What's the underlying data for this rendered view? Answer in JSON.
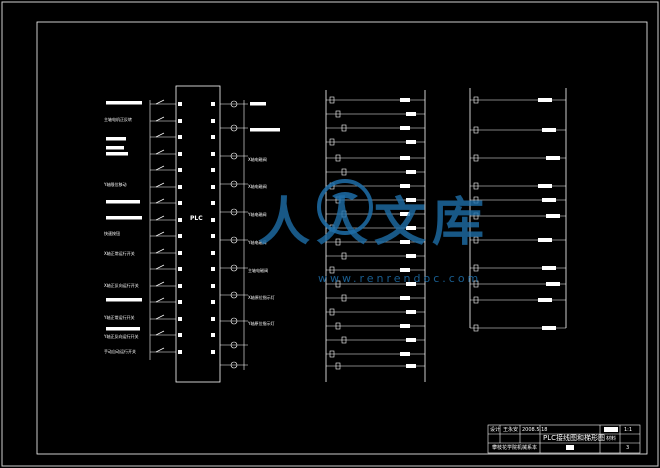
{
  "plc_label": "PLC",
  "left_labels": [
    "主轴电机正反转",
    "Y轴限位移动",
    "快速按钮",
    "X轴正常运行开关",
    "X轴正反向运行开关",
    "Y轴正常运行开关",
    "Y轴正反向运行开关",
    "手动自动运行开关"
  ],
  "outputs": [
    "X轴电磁阀",
    "X轴电磁阀",
    "Y轴电磁阀",
    "Y轴电磁阀",
    "主轴电磁阀",
    "X轴原位指示灯",
    "Y轴原位指示灯"
  ],
  "watermark": {
    "text": "人人文库",
    "url": "www.renrendoc.com",
    "color": "#1e6ea8"
  },
  "title_block": {
    "designer_label": "设计",
    "designer": "王永安",
    "date": "2008.5.18",
    "title": "PLC接线图和梯形图",
    "sheet": "1:1",
    "material_label": "材料",
    "school": "攀枝花学院机械系本",
    "page": "3"
  }
}
